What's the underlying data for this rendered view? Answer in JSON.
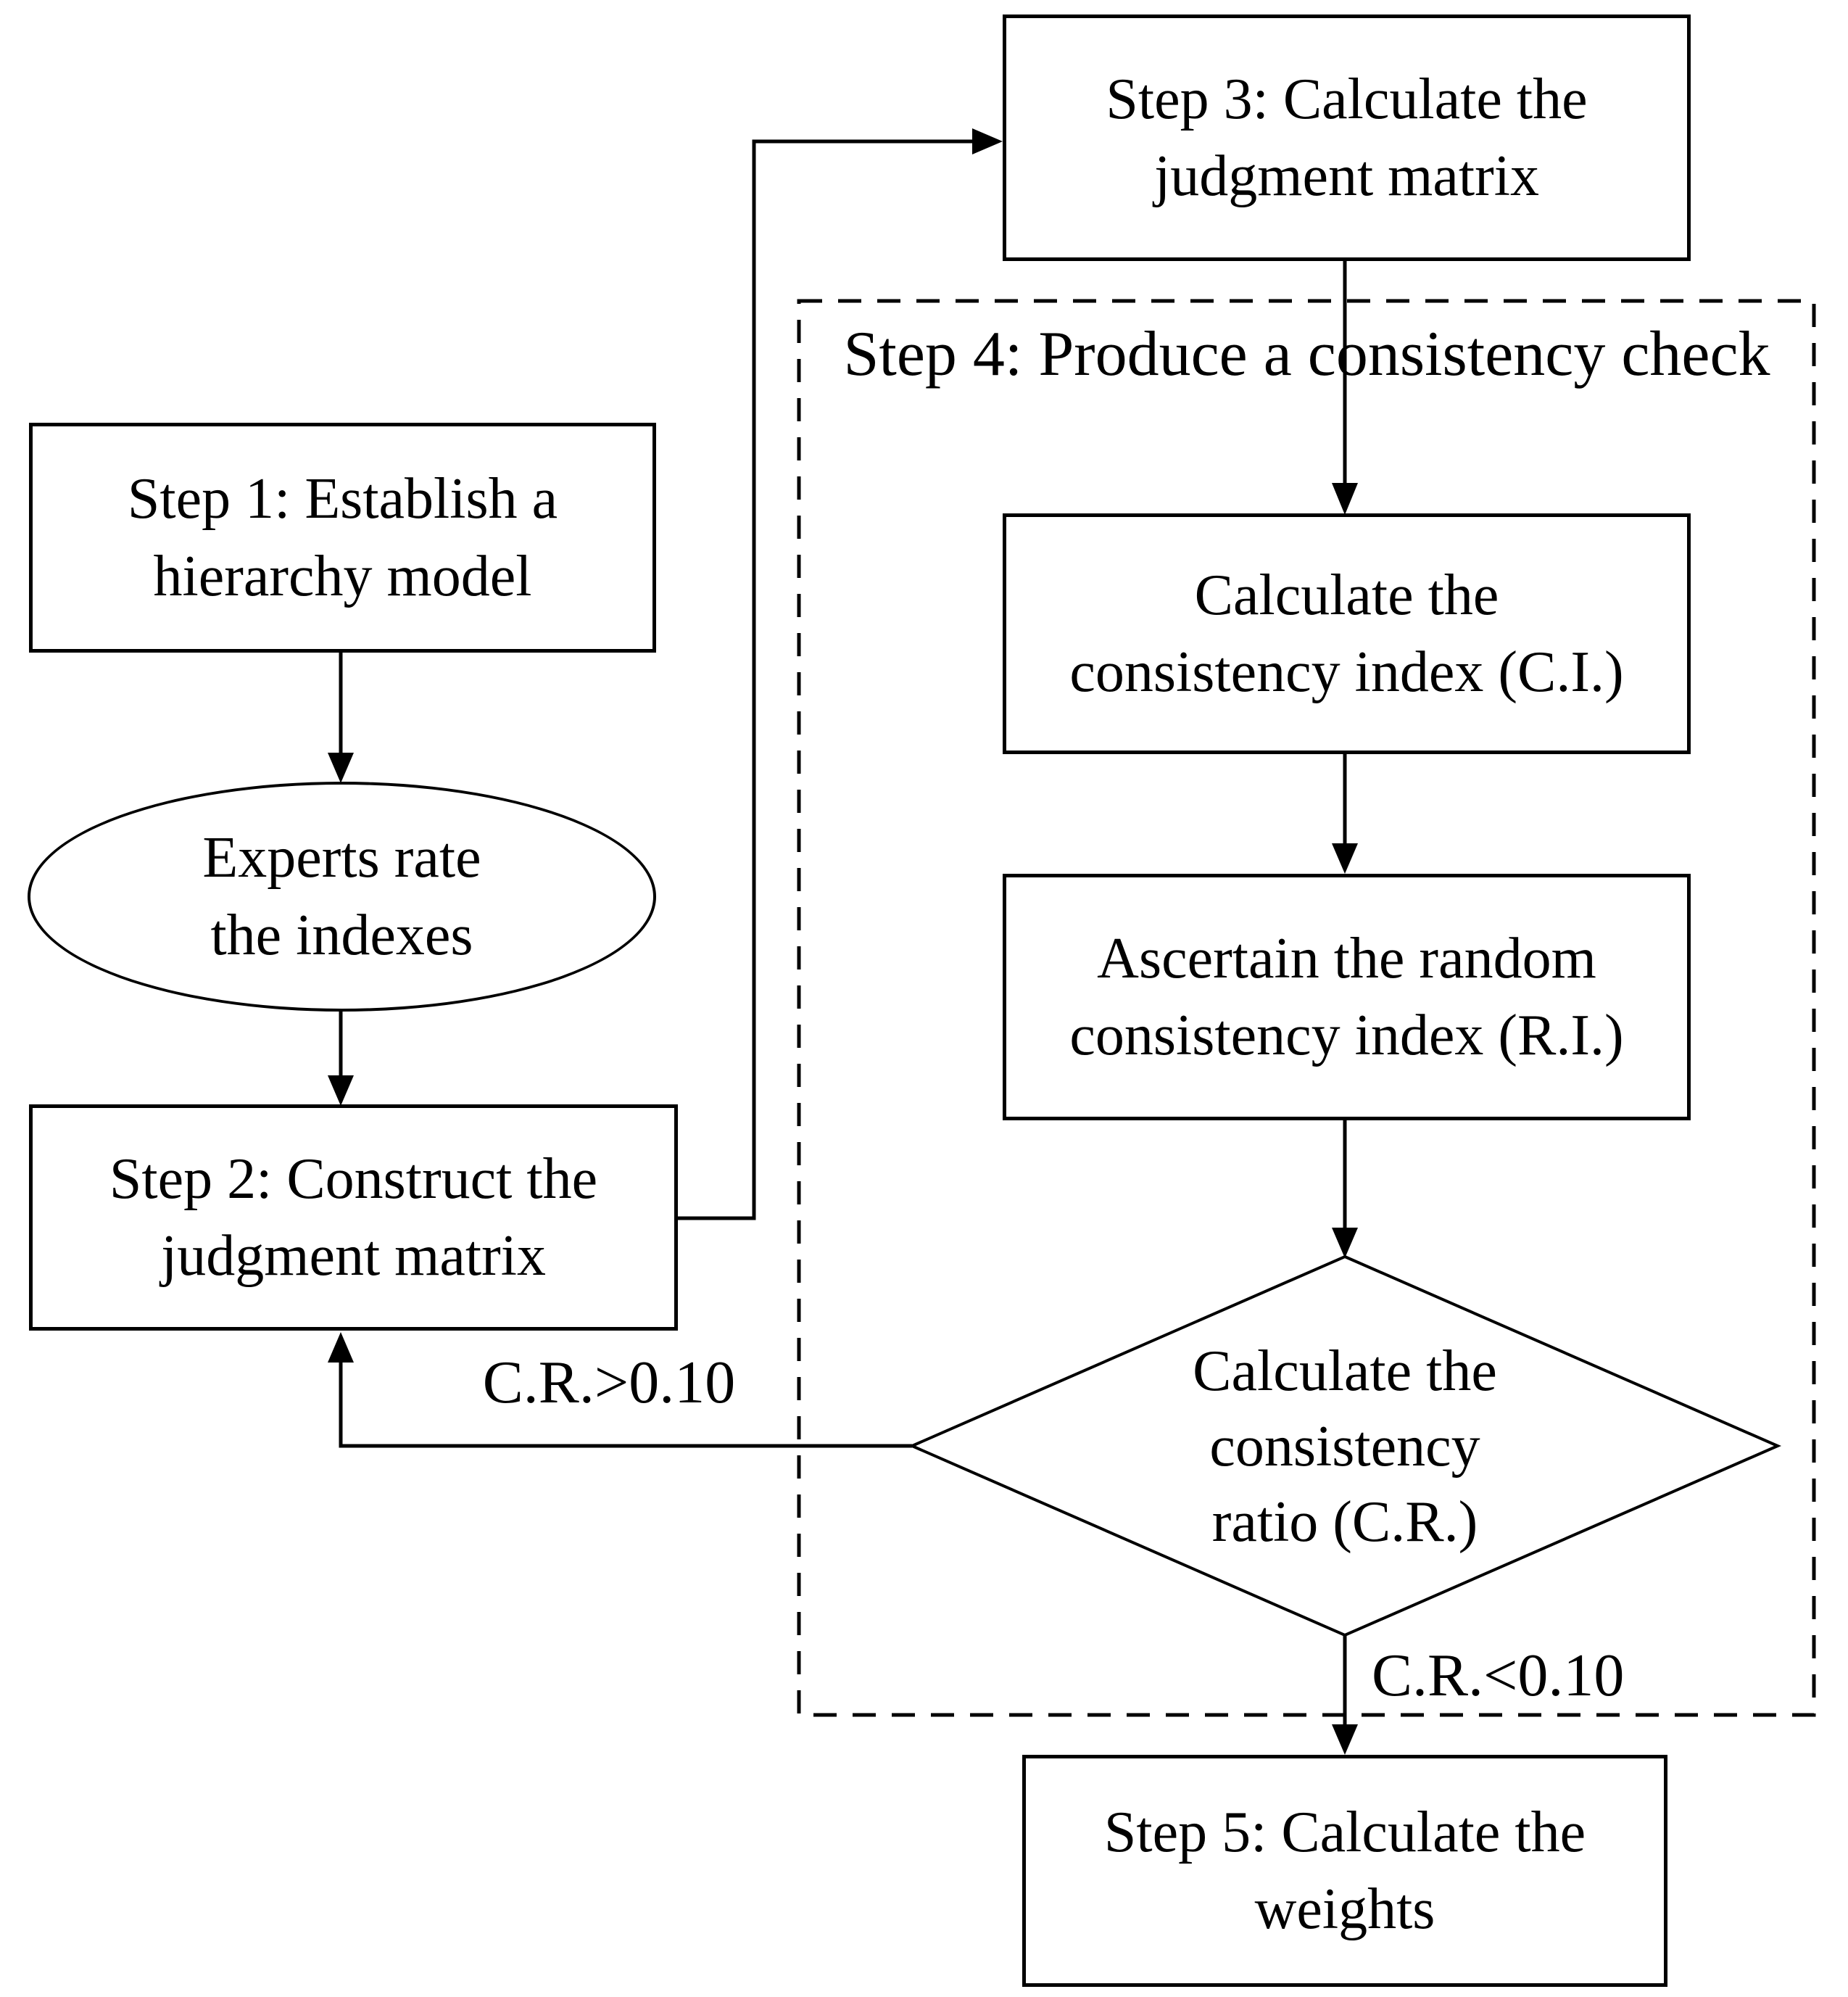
{
  "nodes": {
    "step1": {
      "lines": [
        "Step 1: Establish a",
        "hierarchy model"
      ]
    },
    "experts": {
      "lines": [
        "Experts rate",
        "the indexes"
      ]
    },
    "step2": {
      "lines": [
        "Step 2: Construct the",
        "judgment matrix"
      ]
    },
    "step3": {
      "lines": [
        "Step 3: Calculate the",
        "judgment matrix"
      ]
    },
    "step4": {
      "label": "Step 4: Produce a consistency check"
    },
    "ci": {
      "lines": [
        "Calculate the",
        "consistency index (C.I.)"
      ]
    },
    "ri": {
      "lines": [
        "Ascertain the random",
        "consistency index (R.I.)"
      ]
    },
    "cr": {
      "lines": [
        "Calculate the",
        "consistency",
        "ratio (C.R.)"
      ]
    },
    "step5": {
      "lines": [
        "Step 5: Calculate the",
        "weights"
      ]
    }
  },
  "edge_labels": {
    "cr_greater": "C.R.>0.10",
    "cr_less": "C.R.<0.10"
  },
  "colors": {
    "stroke": "#000000",
    "text": "#000000",
    "background": "#ffffff"
  }
}
